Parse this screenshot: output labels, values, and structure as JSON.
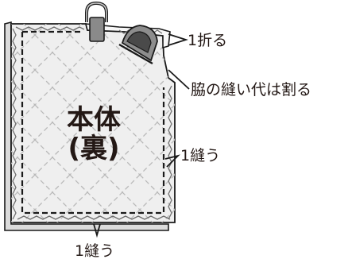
{
  "body_panel": {
    "title": "本体",
    "subtitle": "(裏)"
  },
  "callouts": {
    "fold": "1折る",
    "side_seam": "脇の縫い代は割る",
    "sew_side": "1縫う",
    "sew_bottom": "1縫う"
  },
  "icons": {
    "iron": "iron-icon"
  },
  "colors": {
    "fabric_fill": "#efefef",
    "fabric_edge": "#1a1a1a",
    "quilt_lines": "#b9b9b9",
    "zigzag_edge": "#6f6f6f",
    "iron_sole": "#8d8d8d",
    "iron_handle": "#4a4a4a",
    "text": "#231815"
  }
}
